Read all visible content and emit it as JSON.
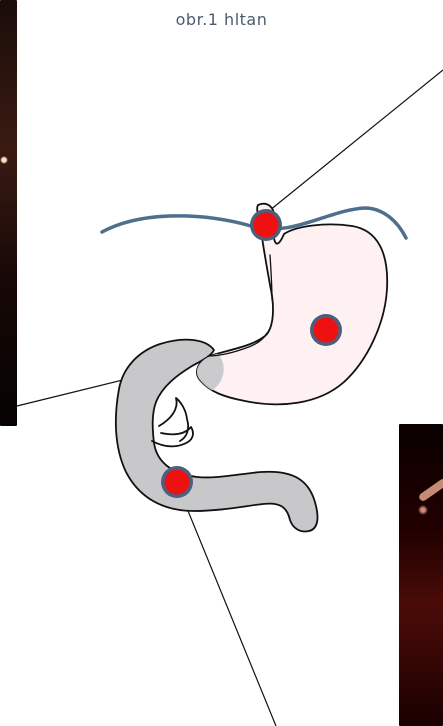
{
  "caption": "obr.1 hltan",
  "colors": {
    "caption": "#4b5b72",
    "diaphragm": "#4f6f8d",
    "stomach_fill": "#fff0f1",
    "duodenum_fill": "#c8c8cb",
    "marker_fill": "#ef1111",
    "marker_ring": "#4b5f7e",
    "leader_line": "#111111"
  },
  "markers": [
    {
      "name": "marker-esophagus",
      "icon": "red-dot-icon"
    },
    {
      "name": "marker-stomach",
      "icon": "red-dot-icon"
    },
    {
      "name": "marker-duodenum",
      "icon": "red-dot-icon"
    }
  ]
}
